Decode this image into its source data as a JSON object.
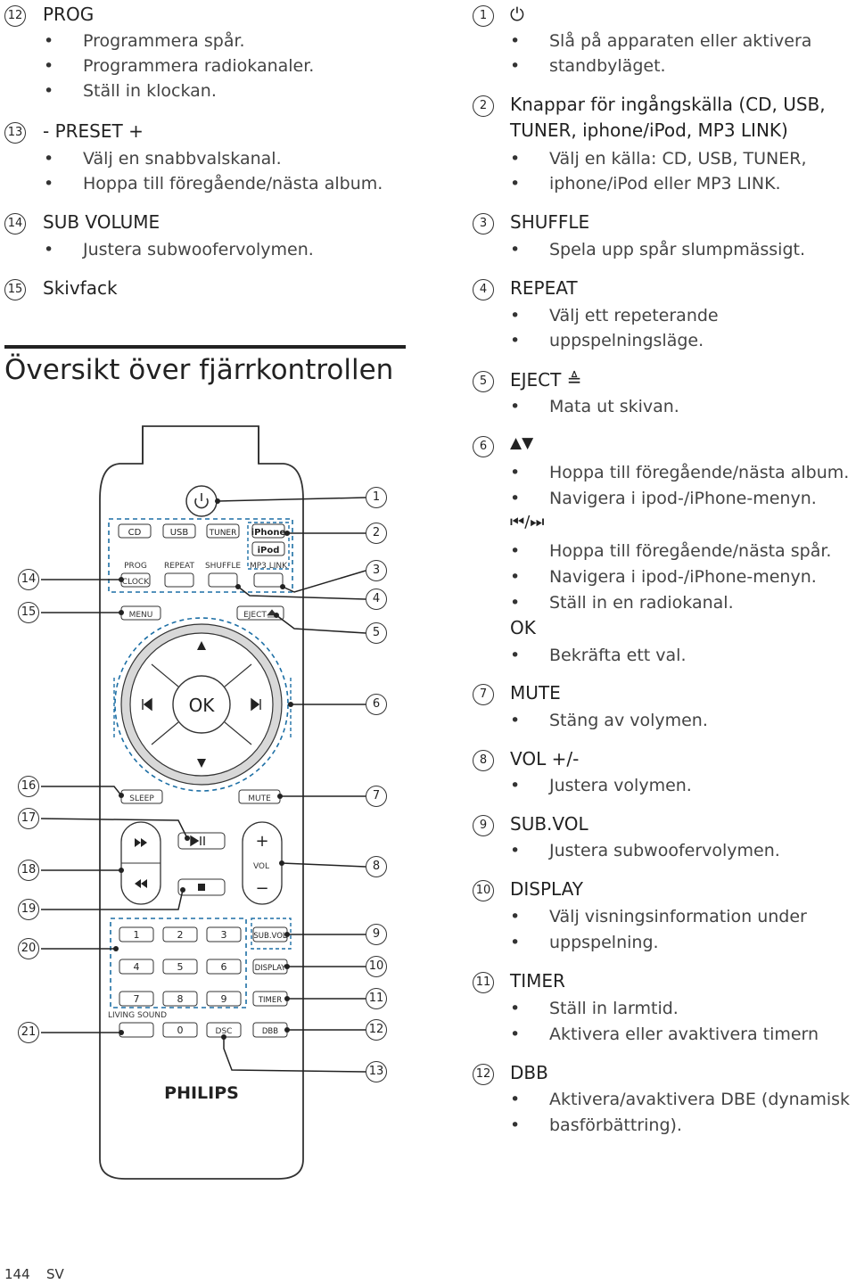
{
  "left_items": [
    {
      "num": "12",
      "title": "PROG",
      "bullets": [
        "Programmera spår.",
        "Programmera radiokanaler.",
        "Ställ in klockan."
      ]
    },
    {
      "num": "13",
      "title": "- PRESET +",
      "bullets": [
        "Välj en snabbvalskanal.",
        "Hoppa till föregående/nästa album."
      ]
    },
    {
      "num": "14",
      "title": "SUB VOLUME",
      "bullets": [
        "Justera subwoofervolymen."
      ]
    },
    {
      "num": "15",
      "title": "Skivfack",
      "bullets": []
    }
  ],
  "section_title": "Översikt över fjärrkontrollen",
  "right_items": [
    {
      "num": "1",
      "title": "⏻",
      "bullets": [
        "Slå på apparaten eller aktivera",
        "standbyläget."
      ]
    },
    {
      "num": "2",
      "title": "Knappar för ingångskälla (CD, USB,",
      "title2": "TUNER, iphone/iPod, MP3 LINK)",
      "bullets": [
        "Välj en källa: CD, USB, TUNER,",
        "iphone/iPod eller MP3 LINK."
      ]
    },
    {
      "num": "3",
      "title": "SHUFFLE",
      "bullets": [
        "Spela upp spår slumpmässigt."
      ]
    },
    {
      "num": "4",
      "title": "REPEAT",
      "bullets": [
        "Välj ett repeterande",
        "uppspelningsläge."
      ]
    },
    {
      "num": "5",
      "title": "EJECT ≜",
      "bullets": [
        "Mata ut skivan."
      ]
    },
    {
      "num": "6",
      "title": "▲▼",
      "bullets": [
        "Hoppa till föregående/nästa album.",
        "Navigera i ipod-/iPhone-menyn."
      ],
      "sub1": "⏮/⏭",
      "sub1_bullets": [
        "Hoppa till föregående/nästa spår.",
        "Navigera i ipod-/iPhone-menyn.",
        "Ställ in en radiokanal."
      ],
      "sub2": "OK",
      "sub2_bullets": [
        "Bekräfta ett val."
      ]
    },
    {
      "num": "7",
      "title": "MUTE",
      "bullets": [
        "Stäng av volymen."
      ]
    },
    {
      "num": "8",
      "title": "VOL +/-",
      "bullets": [
        "Justera volymen."
      ]
    },
    {
      "num": "9",
      "title": "SUB.VOL",
      "bullets": [
        "Justera subwoofervolymen."
      ]
    },
    {
      "num": "10",
      "title": "DISPLAY",
      "bullets": [
        "Välj visningsinformation under",
        "uppspelning."
      ]
    },
    {
      "num": "11",
      "title": "TIMER",
      "bullets": [
        "Ställ in larmtid.",
        "Aktivera eller avaktivera timern"
      ]
    },
    {
      "num": "12",
      "title": "DBB",
      "bullets": [
        "Aktivera/avaktivera DBE (dynamisk",
        "basförbättring)."
      ]
    }
  ],
  "remote": {
    "source_buttons": [
      "CD",
      "USB",
      "TUNER",
      "iPhone",
      "iPod"
    ],
    "row_labels": [
      "PROG",
      "REPEAT",
      "SHUFFLE",
      "MP3 LINK"
    ],
    "clock": "CLOCK",
    "menu": "MENU",
    "eject": "EJECT",
    "ok": "OK",
    "sleep": "SLEEP",
    "mute": "MUTE",
    "vol": "VOL",
    "plus": "+",
    "minus": "−",
    "keypad": [
      "1",
      "2",
      "3",
      "4",
      "5",
      "6",
      "7",
      "8",
      "9",
      "0"
    ],
    "right_keys": [
      "SUB.VOL",
      "DISPLAY",
      "TIMER",
      "DBB"
    ],
    "dsc": "DSC",
    "living_sound": "LIVING SOUND",
    "brand": "PHILIPS",
    "left_callouts": [
      "14",
      "15",
      "16",
      "17",
      "18",
      "19",
      "20",
      "21"
    ],
    "right_callouts": [
      "1",
      "2",
      "3",
      "4",
      "5",
      "6",
      "7",
      "8",
      "9",
      "10",
      "11",
      "12",
      "13"
    ]
  },
  "footer": {
    "page": "144",
    "lang": "SV"
  }
}
